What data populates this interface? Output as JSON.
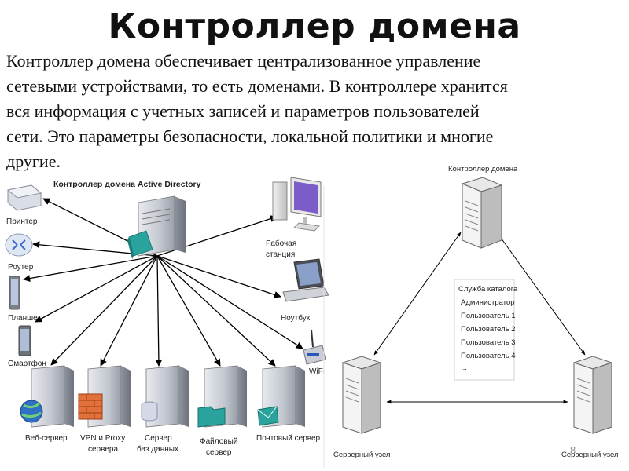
{
  "title": "Контроллер домена",
  "description_lines": [
    "Контроллер домена обеспечивает централизованное управление",
    "сетевыми устройствами, то есть доменами. В контроллере хранится",
    "вся информация с учетных записей и параметров пользователей",
    "сети. Это параметры безопасности, локальной политики и многие",
    "другие."
  ],
  "left_diagram": {
    "title": "Контроллер домена Active Directory",
    "devices": {
      "printer": "Принтер",
      "router": "Роутер",
      "tablet": "Планшет",
      "smartphone": "Смартфон",
      "workstation": [
        "Рабочая",
        "станция"
      ],
      "laptop": "Ноутбук",
      "wifi": "WiFi"
    },
    "servers": {
      "web": "Веб-сервер",
      "vpn": [
        "VPN и Proxy",
        "сервера"
      ],
      "db": [
        "Сервер",
        "баз данных"
      ],
      "file": [
        "Файловый",
        "сервер"
      ],
      "mail": "Почтовый сервер"
    }
  },
  "right_diagram": {
    "controller_label": "Контроллер домена",
    "catalog_title": "Служба каталога",
    "catalog_items": [
      "Администратор",
      "Пользователь 1",
      "Пользователь 2",
      "Пользователь 3",
      "Пользователь 4",
      "..."
    ],
    "node_left": "Серверный узел",
    "node_right": "Серверный узел"
  },
  "page_number": "8",
  "colors": {
    "line": "#000000",
    "server_fill": "#c9ccd4",
    "server_dark": "#8c919c",
    "teal": "#2aa39c"
  }
}
